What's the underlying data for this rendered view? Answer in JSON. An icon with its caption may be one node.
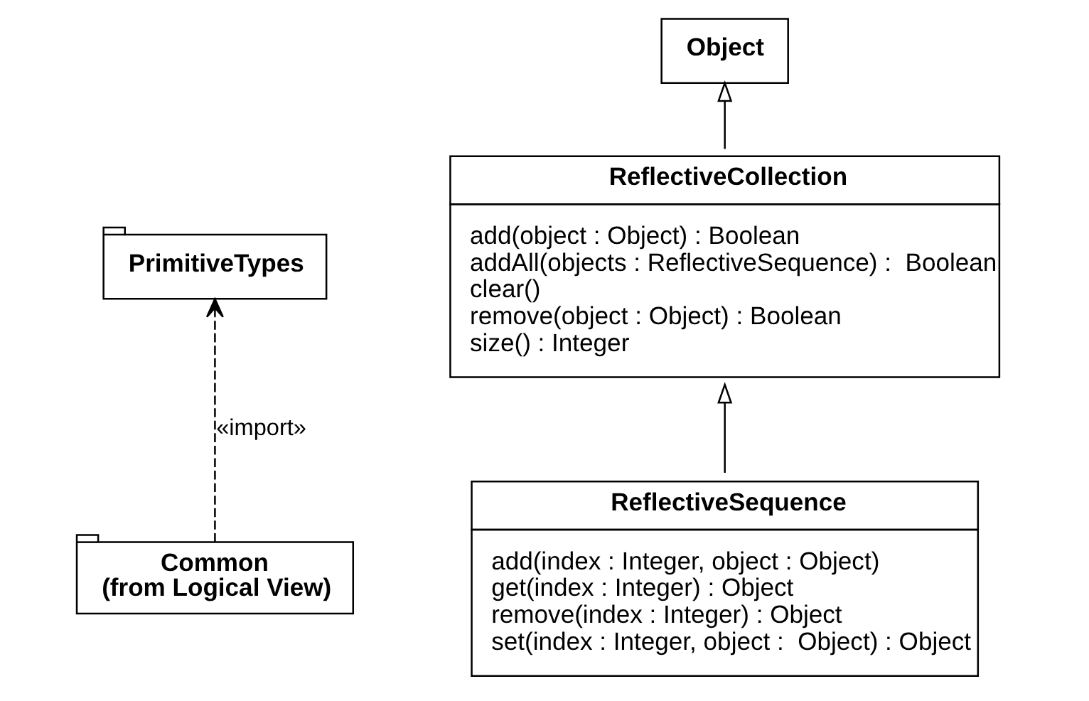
{
  "diagram": {
    "nodes": [
      {
        "text": [
          "PrimitiveTypes"
        ]
      },
      {
        "text": [
          "Common",
          "(from Logical View)"
        ]
      },
      {
        "text": [
          "Object"
        ]
      },
      {
        "text": [
          "ReflectiveCollection",
          "add(object : Object) : Boolean",
          "addAll(objects : ReflectiveSequence) :  Boolean",
          "clear()",
          "remove(object : Object) : Boolean",
          "size() : Integer"
        ]
      },
      {
        "text": [
          "ReflectiveSequence",
          "add(index : Integer, object : Object)",
          "get(index : Integer) : Object",
          "remove(index : Integer) : Object",
          "set(index : Integer, object :  Object) : Object"
        ]
      }
    ],
    "edges": [
      {
        "from": 1,
        "to": 0,
        "arrow": "to",
        "label": "«import»",
        "style": "dashed"
      },
      {
        "from": 3,
        "to": 2,
        "arrow": "to"
      },
      {
        "from": 4,
        "to": 3,
        "arrow": "to"
      }
    ]
  }
}
